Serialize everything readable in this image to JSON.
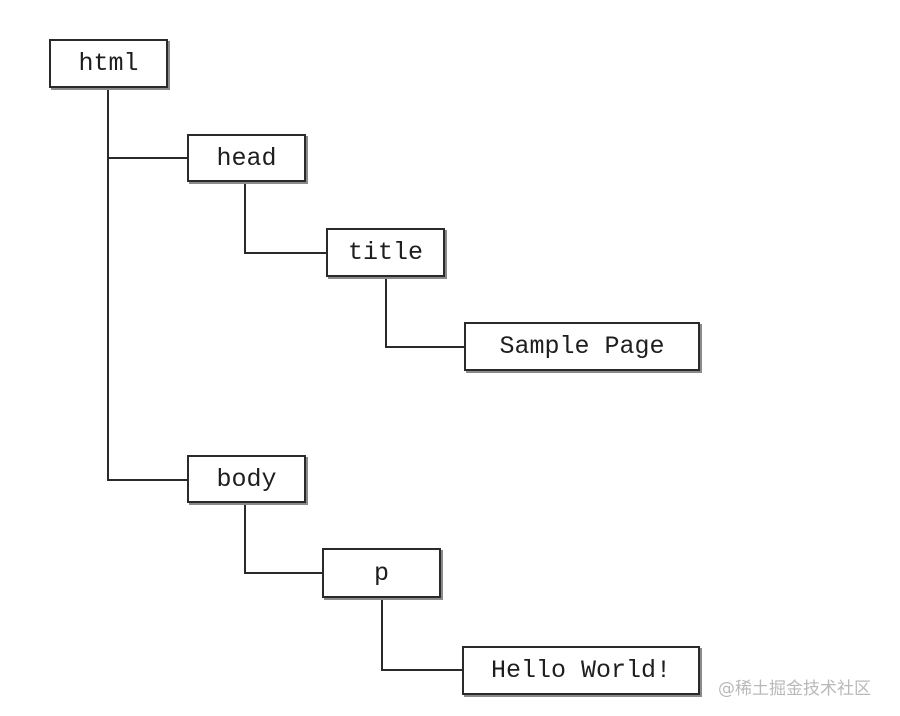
{
  "diagram": {
    "nodes": {
      "html": "html",
      "head": "head",
      "title": "title",
      "sample_page": "Sample Page",
      "body": "body",
      "p": "p",
      "hello_world": "Hello World!"
    },
    "edges": [
      [
        "html",
        "head"
      ],
      [
        "head",
        "title"
      ],
      [
        "title",
        "sample_page"
      ],
      [
        "html",
        "body"
      ],
      [
        "body",
        "p"
      ],
      [
        "p",
        "hello_world"
      ]
    ],
    "colors": {
      "line": "#2a2a2a",
      "text": "#1e1e1e",
      "watermark": "#b9b9b9"
    }
  },
  "watermark": {
    "text": "@稀土掘金技术社区"
  }
}
